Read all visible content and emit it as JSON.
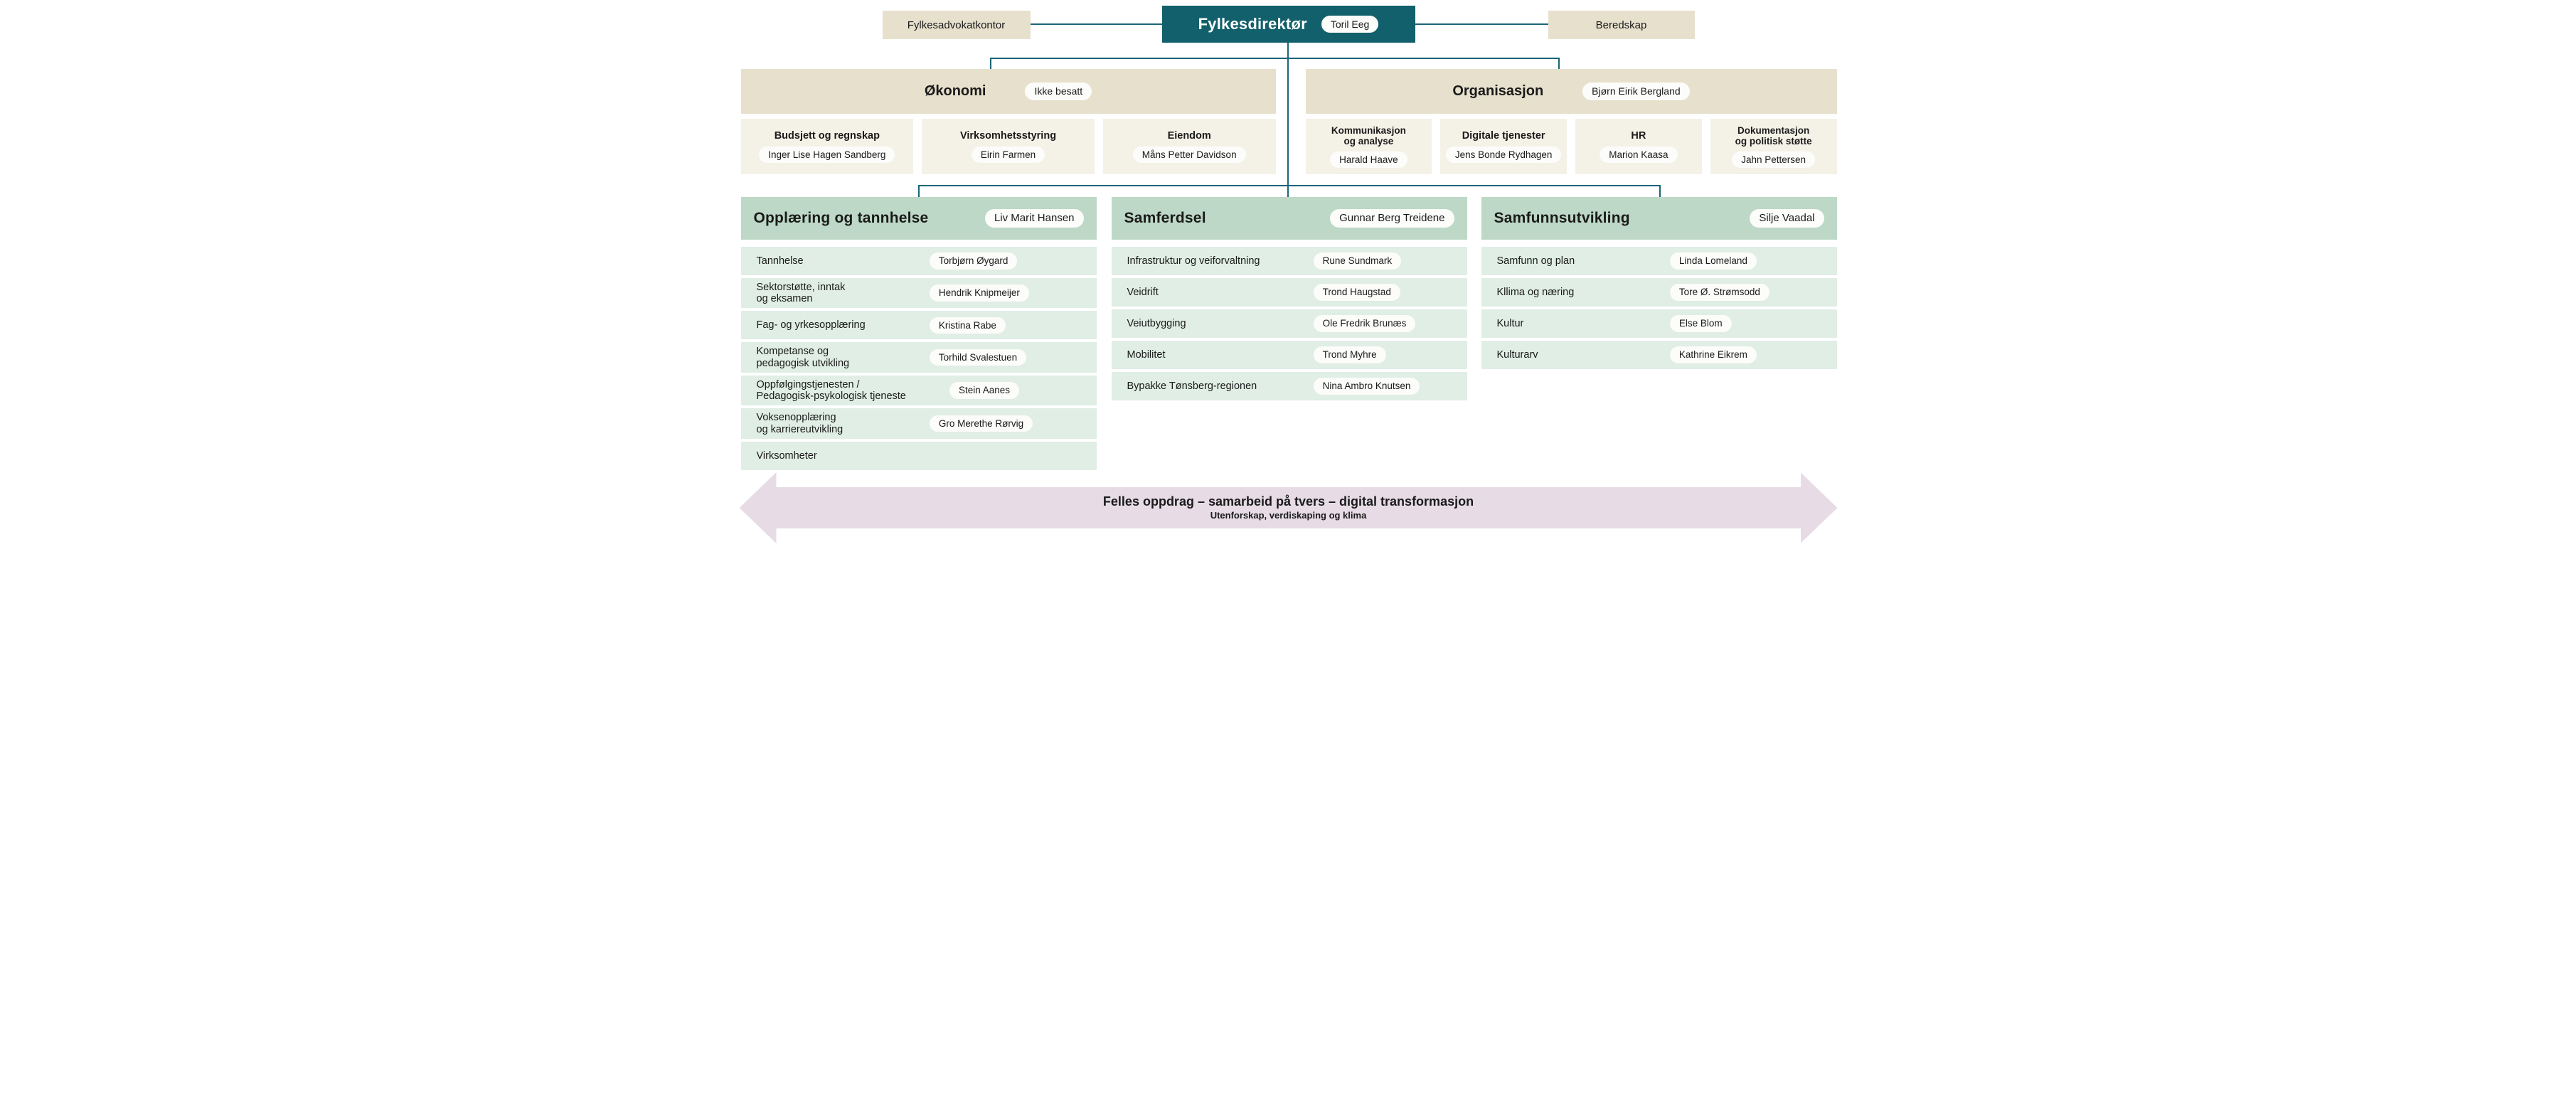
{
  "palette": {
    "teal": "#11606b",
    "line_teal": "#1b6578",
    "beige_header": "#e7e0cd",
    "beige_unit": "#f4f1e7",
    "green_header": "#bdd8c6",
    "green_row": "#e0eee5",
    "banner_purple": "#e7dce6",
    "pill_white": "#fcfcfa",
    "text": "#1a1a1a"
  },
  "top": {
    "left_box": {
      "label": "Fylkesadvokatkontor"
    },
    "director": {
      "title": "Fylkesdirektør",
      "badge": "Toril Eeg"
    },
    "right_box": {
      "label": "Beredskap"
    }
  },
  "staff": [
    {
      "title": "Økonomi",
      "badge": "Ikke besatt",
      "units": [
        {
          "label": "Budsjett og regnskap",
          "name": "Inger Lise Hagen Sandberg"
        },
        {
          "label": "Virksomhetsstyring",
          "name": "Eirin Farmen"
        },
        {
          "label": "Eiendom",
          "name": "Måns Petter Davidson"
        }
      ]
    },
    {
      "title": "Organisasjon",
      "badge": "Bjørn Eirik Bergland",
      "units": [
        {
          "label": "Kommunikasjon\nog analyse",
          "name": "Harald Haave"
        },
        {
          "label": "Digitale tjenester",
          "name": "Jens Bonde Rydhagen"
        },
        {
          "label": "HR",
          "name": "Marion Kaasa"
        },
        {
          "label": "Dokumentasjon\nog politisk støtte",
          "name": "Jahn Pettersen"
        }
      ]
    }
  ],
  "sectors": [
    {
      "title": "Opplæring og tannhelse",
      "badge": "Liv Marit Hansen",
      "units": [
        {
          "label": "Tannhelse",
          "name": "Torbjørn Øygard"
        },
        {
          "label": "Sektorstøtte, inntak\nog eksamen",
          "name": "Hendrik Knipmeijer"
        },
        {
          "label": "Fag- og yrkesopplæring",
          "name": "Kristina Rabe"
        },
        {
          "label": "Kompetanse og\npedagogisk utvikling",
          "name": "Torhild Svalestuen"
        },
        {
          "label": "Oppfølgingstjenesten /\nPedagogisk-psykologisk tjeneste",
          "name": "Stein Aanes"
        },
        {
          "label": "Voksenopplæring\nog karriereutvikling",
          "name": "Gro Merethe Rørvig"
        },
        {
          "label": "Virksomheter",
          "name": ""
        }
      ]
    },
    {
      "title": "Samferdsel",
      "badge": "Gunnar Berg Treidene",
      "units": [
        {
          "label": "Infrastruktur og veiforvaltning",
          "name": "Rune Sundmark"
        },
        {
          "label": "Veidrift",
          "name": "Trond Haugstad"
        },
        {
          "label": "Veiutbygging",
          "name": "Ole Fredrik Brunæs"
        },
        {
          "label": "Mobilitet",
          "name": "Trond Myhre"
        },
        {
          "label": "Bypakke Tønsberg-regionen",
          "name": "Nina Ambro Knutsen"
        }
      ]
    },
    {
      "title": "Samfunnsutvikling",
      "badge": "Silje Vaadal",
      "units": [
        {
          "label": "Samfunn og plan",
          "name": "Linda Lomeland"
        },
        {
          "label": "Kllima og næring",
          "name": "Tore Ø. Strømsodd"
        },
        {
          "label": "Kultur",
          "name": "Else Blom"
        },
        {
          "label": "Kulturarv",
          "name": "Kathrine Eikrem"
        }
      ]
    }
  ],
  "banner": {
    "line1": "Felles oppdrag – samarbeid på tvers – digital transformasjon",
    "line2": "Utenforskap, verdiskaping og klima"
  }
}
